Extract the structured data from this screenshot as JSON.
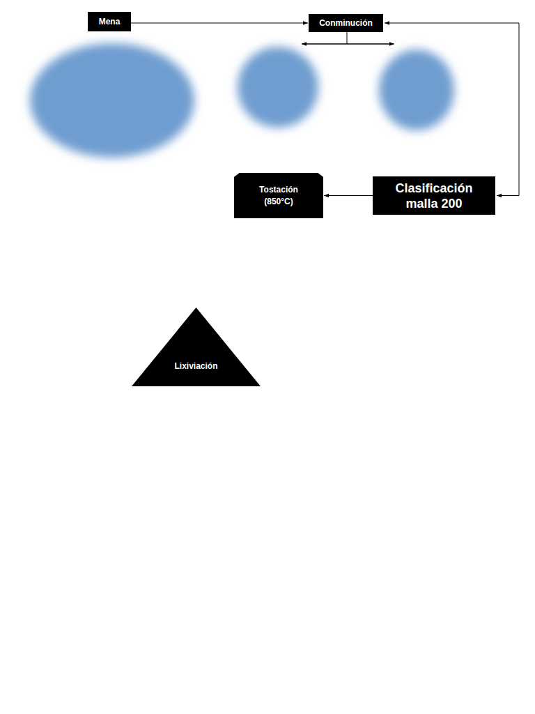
{
  "diagram": {
    "nodes": [
      {
        "text": [
          "Mena"
        ]
      },
      {
        "text": [
          "Conminución"
        ]
      },
      {
        "text": [
          "Clasificación malla 200"
        ]
      },
      {
        "text": [
          "Tostación (850°C)"
        ]
      },
      {
        "text": [
          "Lixiviación"
        ]
      }
    ],
    "edges": [
      {
        "from": 0,
        "to": 1,
        "arrow": "to"
      },
      {
        "from": 1,
        "to": 2,
        "arrow": "both"
      },
      {
        "from": 2,
        "to": 3,
        "arrow": "to"
      }
    ]
  }
}
